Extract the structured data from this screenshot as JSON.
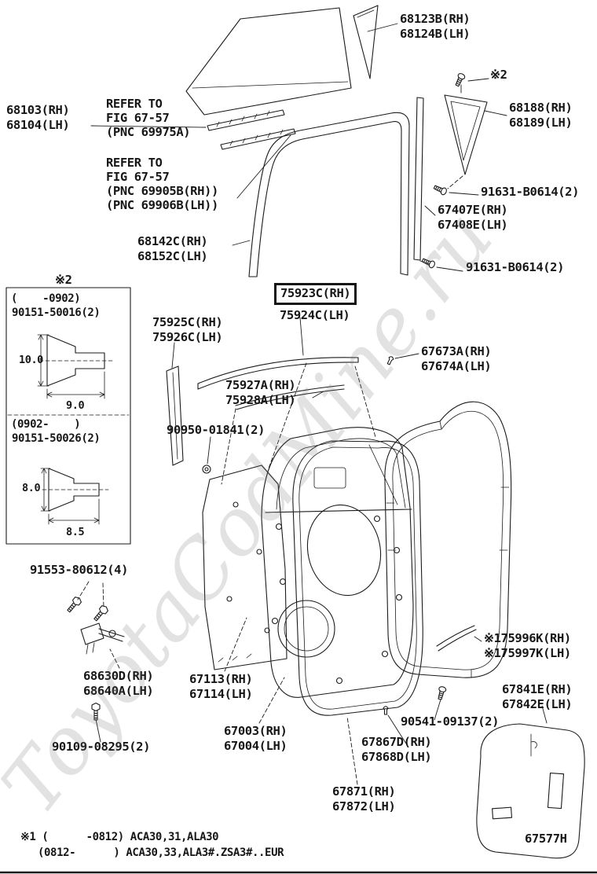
{
  "watermark": "ToyotaCodMine.ru",
  "diagram_id": "67577H",
  "marks": {
    "note2_screw": "※2",
    "note2_inset": "※2"
  },
  "refer1": {
    "l1": "REFER TO",
    "l2": "FIG 67-57",
    "l3": "(PNC 69975A)"
  },
  "refer2": {
    "l1": "REFER TO",
    "l2": "FIG 67-57",
    "l3": "(PNC 69905B(RH))",
    "l4": "(PNC 69906B(LH))"
  },
  "callouts": {
    "c68123B": "68123B(RH)",
    "c68124B": "68124B(LH)",
    "c68103": "68103(RH)",
    "c68104": "68104(LH)",
    "c68188": "68188(RH)",
    "c68189": "68189(LH)",
    "c91631a": "91631-B0614(2)",
    "c67407E": "67407E(RH)",
    "c67408E": "67408E(LH)",
    "c68142C": "68142C(RH)",
    "c68152C": "68152C(LH)",
    "c91631b": "91631-B0614(2)",
    "c75923C": "75923C(RH)",
    "c75924C": "75924C(LH)",
    "c75925C": "75925C(RH)",
    "c75926C": "75926C(LH)",
    "c67673A": "67673A(RH)",
    "c67674A": "67674A(LH)",
    "c75927A": "75927A(RH)",
    "c75928A": "75928A(LH)",
    "c90950": "90950-01841(2)",
    "c91553": "91553-80612(4)",
    "c68630D": "68630D(RH)",
    "c68640A": "68640A(LH)",
    "c90109": "90109-08295(2)",
    "c67113": "67113(RH)",
    "c67114": "67114(LH)",
    "c67003": "67003(RH)",
    "c67004": "67004(LH)",
    "c75996K": "※175996K(RH)",
    "c75997K": "※175997K(LH)",
    "c67841E": "67841E(RH)",
    "c67842E": "67842E(LH)",
    "c90541": "90541-09137(2)",
    "c67867D": "67867D(RH)",
    "c67868D": "67868D(LH)",
    "c67871": "67871(RH)",
    "c67872": "67872(LH)"
  },
  "inset": {
    "range1": "(    -0902)",
    "part1": "90151-50016(2)",
    "dim1_height": "10.0",
    "dim1_width": "9.0",
    "range2": "(0902-    )",
    "part2": "90151-50026(2)",
    "dim2_height": "8.0",
    "dim2_width": "8.5"
  },
  "footer": {
    "line1": "※1 (      -0812) ACA30,31,ALA30",
    "line2": "(0812-      ) ACA30,33,ALA3#.ZSA3#..EUR"
  }
}
